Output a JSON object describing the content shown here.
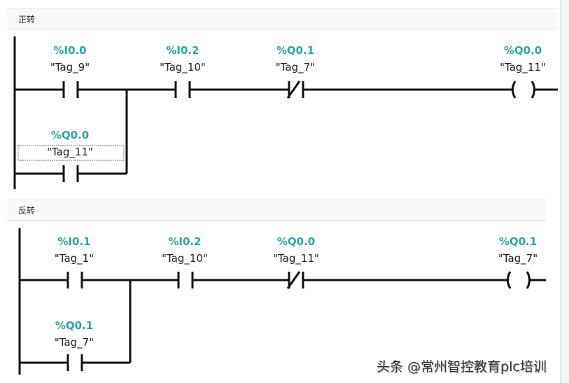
{
  "networks": [
    {
      "title": "正转",
      "elements": [
        {
          "type": "contact_no",
          "address": "%I0.0",
          "tag": "\"Tag_9\""
        },
        {
          "type": "contact_no",
          "address": "%I0.2",
          "tag": "\"Tag_10\""
        },
        {
          "type": "contact_nc",
          "address": "%Q0.1",
          "tag": "\"Tag_7\""
        },
        {
          "type": "coil",
          "address": "%Q0.0",
          "tag": "\"Tag_11\""
        },
        {
          "type": "contact_no_parallel",
          "address": "%Q0.0",
          "tag": "\"Tag_11\"",
          "selected": true
        }
      ]
    },
    {
      "title": "反转",
      "elements": [
        {
          "type": "contact_no",
          "address": "%I0.1",
          "tag": "\"Tag_1\""
        },
        {
          "type": "contact_no",
          "address": "%I0.2",
          "tag": "\"Tag_10\""
        },
        {
          "type": "contact_nc",
          "address": "%Q0.0",
          "tag": "\"Tag_11\""
        },
        {
          "type": "coil",
          "address": "%Q0.1",
          "tag": "\"Tag_7\""
        },
        {
          "type": "contact_no_parallel",
          "address": "%Q0.1",
          "tag": "\"Tag_7\"",
          "selected": false
        }
      ]
    }
  ],
  "colors": {
    "address": "#2aa6a6",
    "wire": "#111111"
  },
  "watermark": "头条 @常州智控教育plc培训"
}
